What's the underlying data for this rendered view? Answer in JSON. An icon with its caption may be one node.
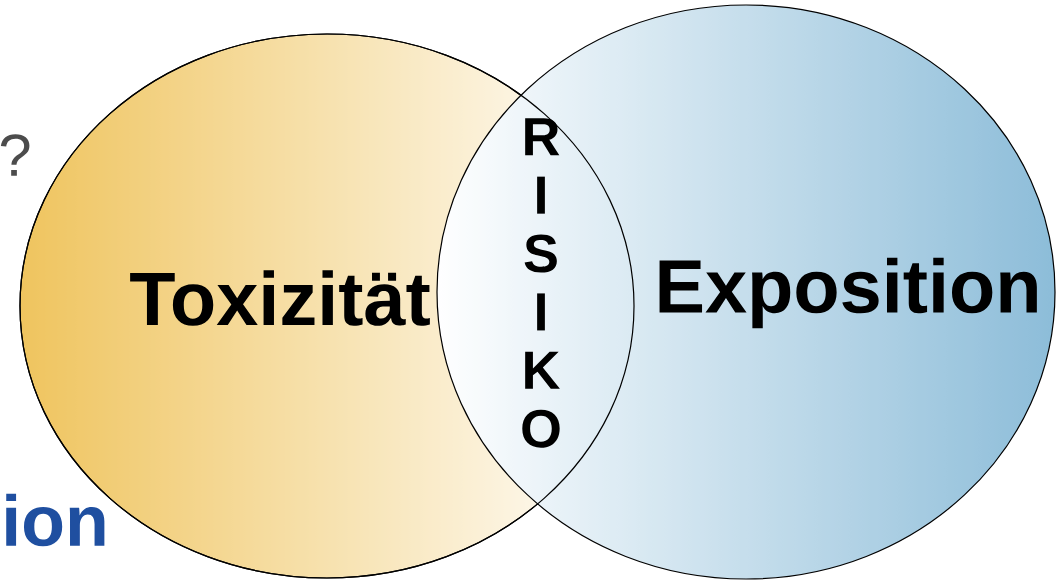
{
  "diagram": {
    "nodes": [
      {
        "text": [
          "Toxizität"
        ]
      },
      {
        "text": [
          "RISIKO"
        ]
      },
      {
        "text": [
          "Exposition"
        ]
      }
    ],
    "labels": [
      "?",
      "ion"
    ]
  }
}
